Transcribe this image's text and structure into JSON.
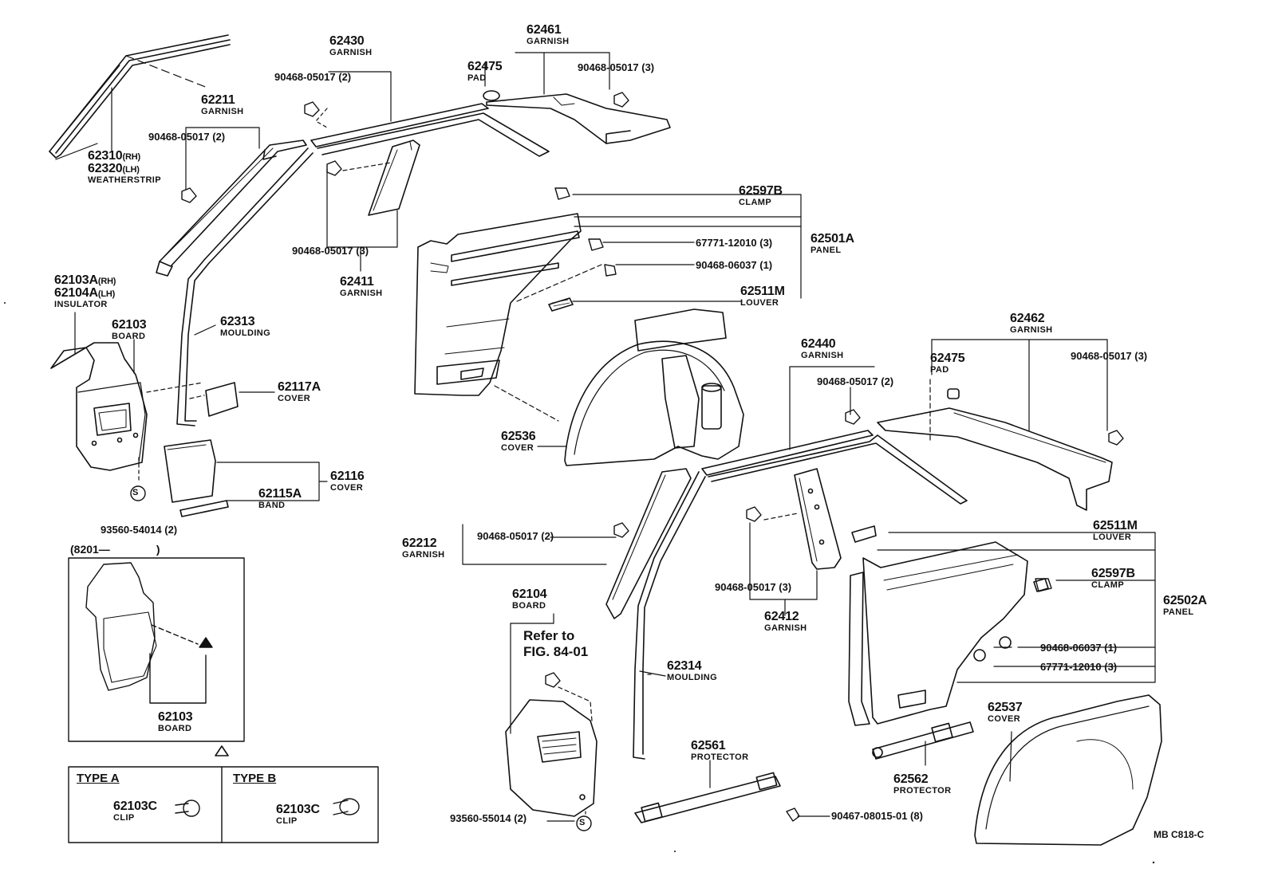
{
  "parts": {
    "weatherstrip": {
      "pn1": "62310",
      "sub1": "(RH)",
      "pn2": "62320",
      "sub2": "(LH)",
      "name": "WEATHERSTRIP"
    },
    "garnish_62211": {
      "pn": "62211",
      "name": "GARNISH"
    },
    "garnish_62430": {
      "pn": "62430",
      "name": "GARNISH"
    },
    "garnish_62461": {
      "pn": "62461",
      "name": "GARNISH"
    },
    "pad_62475_top": {
      "pn": "62475",
      "name": "PAD"
    },
    "clamp_62597b_top": {
      "pn": "62597B",
      "name": "CLAMP"
    },
    "panel_62501a": {
      "pn": "62501A",
      "name": "PANEL"
    },
    "louver_62511m_top": {
      "pn": "62511M",
      "name": "LOUVER"
    },
    "garnish_62411": {
      "pn": "62411",
      "name": "GARNISH"
    },
    "insulator": {
      "pn1": "62103A",
      "sub1": "(RH)",
      "pn2": "62104A",
      "sub2": "(LH)",
      "name": "INSULATOR"
    },
    "board_62103": {
      "pn": "62103",
      "name": "BOARD"
    },
    "moulding_62313": {
      "pn": "62313",
      "name": "MOULDING"
    },
    "cover_62117a": {
      "pn": "62117A",
      "name": "COVER"
    },
    "cover_62116": {
      "pn": "62116",
      "name": "COVER"
    },
    "band_62115a": {
      "pn": "62115A",
      "name": "BAND"
    },
    "cover_62536": {
      "pn": "62536",
      "name": "COVER"
    },
    "garnish_62440": {
      "pn": "62440",
      "name": "GARNISH"
    },
    "garnish_62462": {
      "pn": "62462",
      "name": "GARNISH"
    },
    "pad_62475_right": {
      "pn": "62475",
      "name": "PAD"
    },
    "garnish_62212": {
      "pn": "62212",
      "name": "GARNISH"
    },
    "louver_62511m_right": {
      "pn": "62511M",
      "name": "LOUVER"
    },
    "clamp_62597b_right": {
      "pn": "62597B",
      "name": "CLAMP"
    },
    "panel_62502a": {
      "pn": "62502A",
      "name": "PANEL"
    },
    "garnish_62412": {
      "pn": "62412",
      "name": "GARNISH"
    },
    "board_62104": {
      "pn": "62104",
      "name": "BOARD"
    },
    "moulding_62314": {
      "pn": "62314",
      "name": "MOULDING"
    },
    "protector_62561": {
      "pn": "62561",
      "name": "PROTECTOR"
    },
    "protector_62562": {
      "pn": "62562",
      "name": "PROTECTOR"
    },
    "cover_62537": {
      "pn": "62537",
      "name": "COVER"
    },
    "board_62103_inset": {
      "pn": "62103",
      "name": "BOARD"
    }
  },
  "refs": {
    "r_62211_clip": "90468-05017 (2)",
    "r_62430_clip": "90468-05017 (2)",
    "r_62461_clip": "90468-05017 (3)",
    "r_67771_top": "67771-12010 (3)",
    "r_90468_06037_top": "90468-06037 (1)",
    "r_62411_clip": "90468-05017 (3)",
    "r_62440_clip": "90468-05017 (2)",
    "r_62462_clip": "90468-05017 (3)",
    "r_62212_clip": "90468-05017 (2)",
    "r_62412_clip": "90468-05017 (3)",
    "r_90468_06037_right": "90468-06037 (1)",
    "r_67771_right": "67771-12010 (3)",
    "r_93560_54014": "93560-54014 (2)",
    "r_93560_55014": "93560-55014 (2)",
    "r_90467": "90467-08015-01 (8)"
  },
  "notes": {
    "refer_line1": "Refer to",
    "refer_line2": "FIG. 84-01",
    "inset_prefix": "(8201—",
    "inset_suffix": ")",
    "s_symbol": "S",
    "diagram_code": "MB  C818-C"
  },
  "types": {
    "a_header": "TYPE  A",
    "a_pn": "62103C",
    "a_name": "CLIP",
    "b_header": "TYPE  B",
    "b_pn": "62103C",
    "b_name": "CLIP"
  }
}
